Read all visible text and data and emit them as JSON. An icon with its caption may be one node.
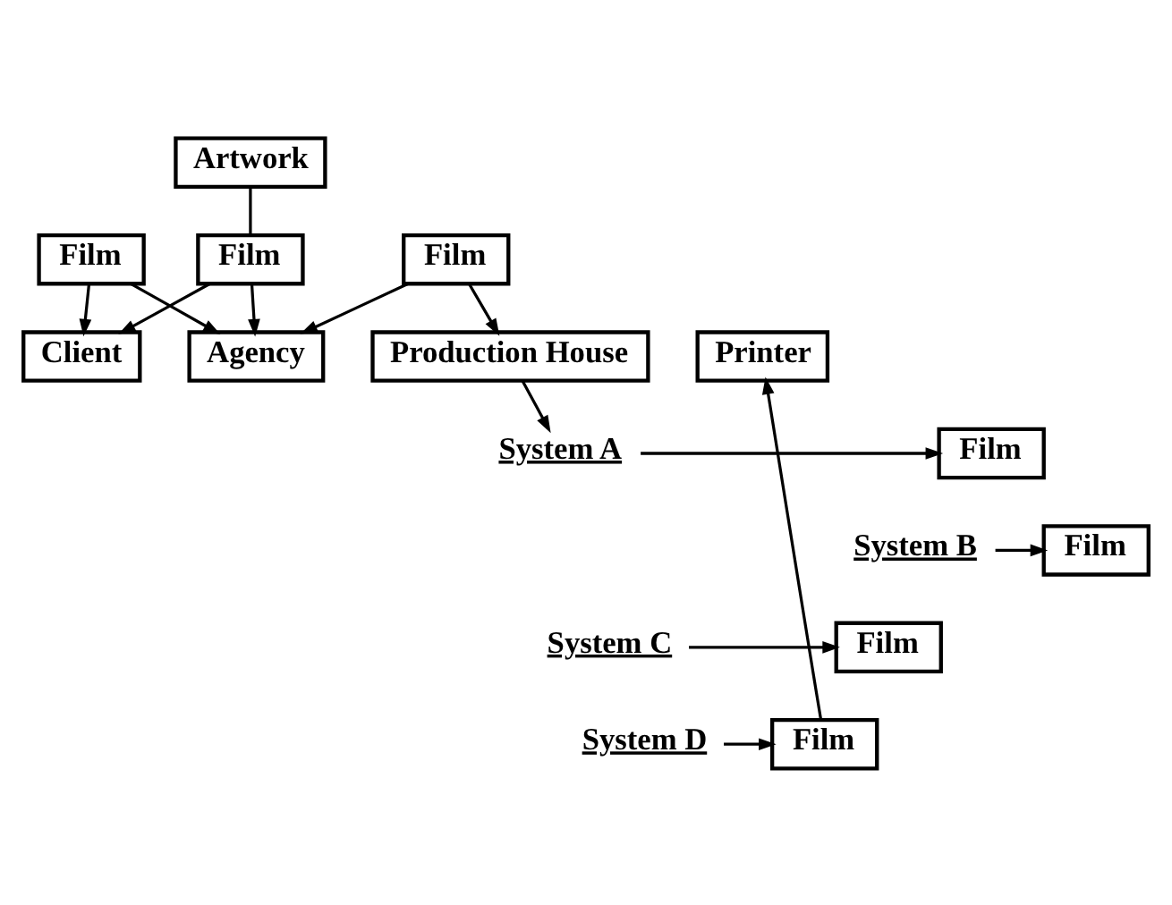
{
  "diagram": {
    "nodes": [
      {
        "text": [
          "Artwork"
        ]
      },
      {
        "text": [
          "Film"
        ]
      },
      {
        "text": [
          "Client"
        ]
      },
      {
        "text": [
          "Agency"
        ]
      },
      {
        "text": [
          "Production House"
        ]
      },
      {
        "text": [
          "Printer"
        ]
      },
      {
        "text": [
          "Film"
        ]
      },
      {
        "text": [
          "Film"
        ]
      },
      {
        "text": [
          "System A"
        ]
      },
      {
        "text": [
          "Film"
        ]
      },
      {
        "text": [
          "System B"
        ]
      },
      {
        "text": [
          "Film"
        ]
      },
      {
        "text": [
          "System C"
        ]
      },
      {
        "text": [
          "Film"
        ]
      },
      {
        "text": [
          "System D"
        ]
      },
      {
        "text": [
          "Film"
        ]
      }
    ],
    "edges": [
      {
        "from": 0,
        "to": 1,
        "arrow": "none"
      },
      {
        "from": 1,
        "to": 2,
        "arrow": "to"
      },
      {
        "from": 1,
        "to": 3,
        "arrow": "to"
      },
      {
        "from": 6,
        "to": 2,
        "arrow": "to"
      },
      {
        "from": 6,
        "to": 3,
        "arrow": "to"
      },
      {
        "from": 7,
        "to": 3,
        "arrow": "to"
      },
      {
        "from": 7,
        "to": 4,
        "arrow": "to"
      },
      {
        "from": 4,
        "to": 8,
        "arrow": "to"
      },
      {
        "from": 8,
        "to": 9,
        "arrow": "to"
      },
      {
        "from": 10,
        "to": 11,
        "arrow": "to"
      },
      {
        "from": 12,
        "to": 13,
        "arrow": "to"
      },
      {
        "from": 14,
        "to": 15,
        "arrow": "to"
      },
      {
        "from": 15,
        "to": 5,
        "arrow": "to"
      }
    ]
  }
}
